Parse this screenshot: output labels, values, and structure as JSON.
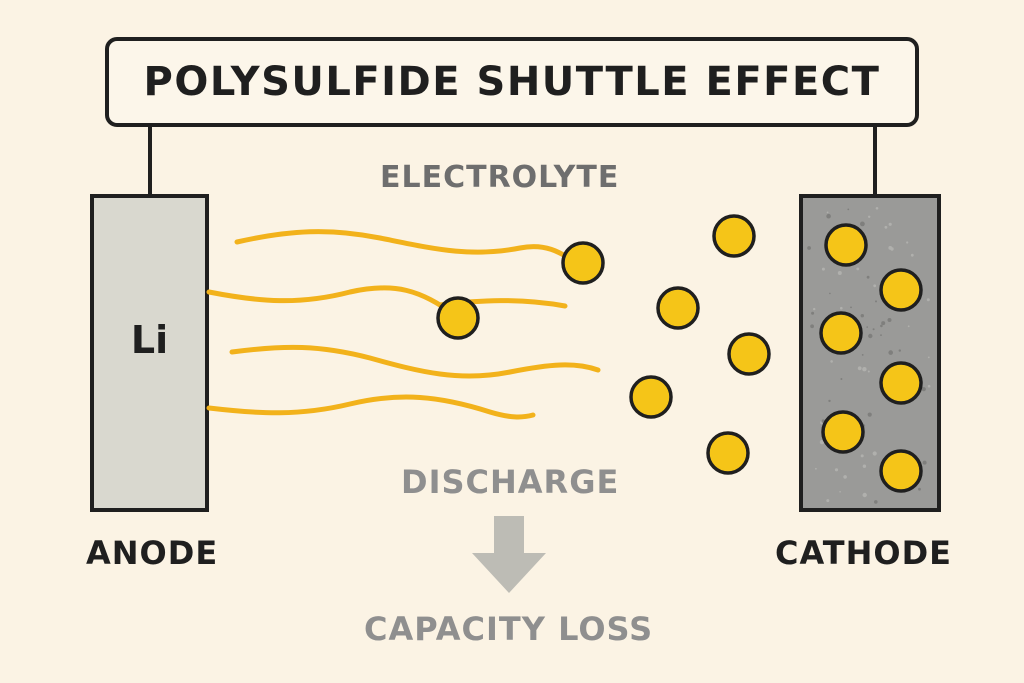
{
  "title": "POLYSULFIDE SHUTTLE EFFECT",
  "electrolyte_label": "ELECTROLYTE",
  "anode": {
    "label": "ANODE",
    "symbol": "Li"
  },
  "cathode": {
    "label": "CATHODE"
  },
  "process_label": "DISCHARGE",
  "result_label": "CAPACITY LOSS",
  "colors": {
    "background": "#fbf3e4",
    "anode_fill": "#d9d8cf",
    "cathode_fill": "#9a9a98",
    "polysulfide": "#f5c518",
    "wave": "#f2b21b",
    "outline": "#1f1f1f",
    "muted_text": "#8f8f8f",
    "arrow": "#bdbcb5"
  }
}
